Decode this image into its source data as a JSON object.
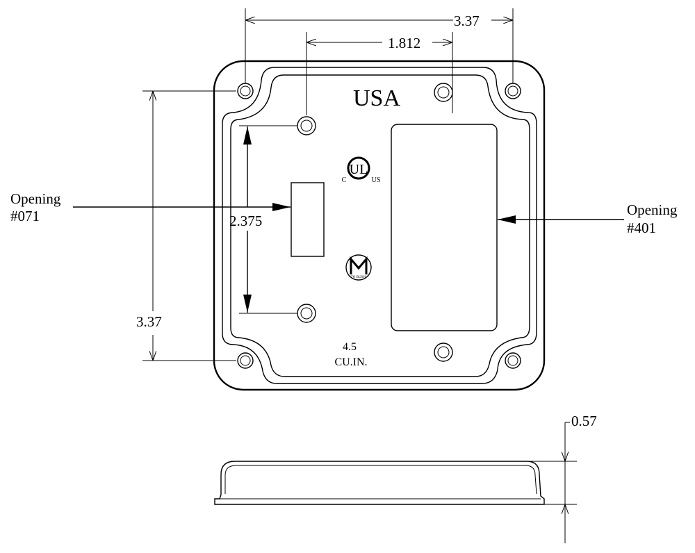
{
  "top_view": {
    "brand_text": "USA",
    "cert_mark": {
      "letters": "UL",
      "left": "C",
      "right": "US"
    },
    "maker_logo": {
      "letters": "M",
      "caption": "TO BUSH."
    },
    "volume_value": "4.5",
    "volume_unit": "CU.IN."
  },
  "dimensions": {
    "overall_width": "3.37",
    "hole_spacing": "1.812",
    "overall_height": "3.37",
    "switch_holes_spacing": "2.375",
    "depth": "0.57"
  },
  "callouts": {
    "left_opening_line1": "Opening",
    "left_opening_line2": "#071",
    "right_opening_line1": "Opening",
    "right_opening_line2": "#401"
  }
}
